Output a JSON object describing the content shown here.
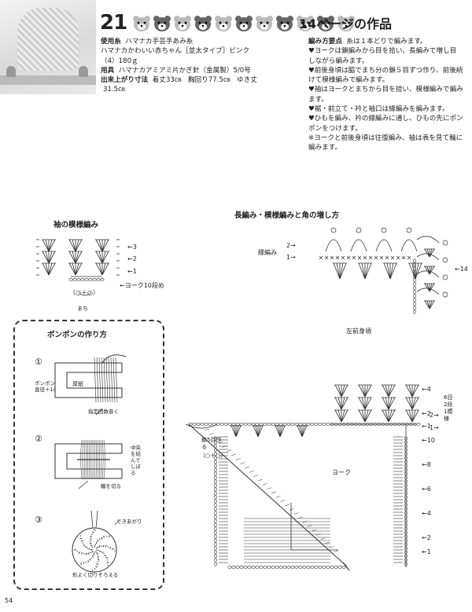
{
  "header": {
    "pattern_number": "21",
    "reference": "14ページの作品"
  },
  "icons": [
    "bear-face-icon",
    "bear-face-icon",
    "bear-face-icon",
    "bear-face-icon",
    "bear-face-icon",
    "bear-face-icon",
    "bear-face-icon",
    "bear-face-icon",
    "bear-face-icon",
    "bear-face-icon",
    "bear-face-icon",
    "bear-face-icon"
  ],
  "materials": {
    "yarn_label": "使用糸",
    "yarn_value": "ハマナカ手芸手あみ糸",
    "yarn_line2": "ハマナカかわいい赤ちゃん［並太タイプ］ピンク",
    "yarn_line3": "（4）180ｇ",
    "tool_label": "用具",
    "tool_value": "ハマナカアミアミ片かぎ針（金属製）5/0号",
    "size_label": "出来上がり寸法",
    "size_value": "着丈33㎝　胸回り77.5㎝　ゆき丈",
    "size_line2": "31.5㎝"
  },
  "points": {
    "label": "編み方要点",
    "intro": "糸は１本どりで編みます。",
    "lines": [
      "♥ヨークは鎖編みから目を拾い、長編みで増し目",
      "しながら編みます。",
      "♥前後身頃は脇でまち分の鎖５目ずつ作り、前後続",
      "けて模様編みで編みます。",
      "♥袖はヨークとまちから目を拾い、模様編みで編み",
      "ます。",
      "♥裾・前立て・衿と袖口は縁編みを編みます。",
      "♥ひもを編み、衿の縁編みに通し、ひもの先にポン",
      "ポンをつけます。",
      "※ヨークと前後身頃は往復編み、袖は表を見て輪に",
      "編みます。"
    ]
  },
  "sleeve_chart": {
    "title": "袖の模様編み",
    "rows": [
      "3",
      "2",
      "1"
    ],
    "yoke_note": "ヨーク10段め",
    "stitch_note": "（○＋○）",
    "gusset_note": "まち"
  },
  "pompom": {
    "title": "ポンポンの作り方",
    "step1": "①",
    "step2": "②",
    "step3": "③",
    "card_width": "ポンポンの直径＋1c",
    "card_label": "厚紙",
    "wrap_count": "指定回数巻く",
    "center_tie": "中央を結んでしぼる",
    "cut_loops": "輪を切る",
    "done": "できあがり",
    "trim": "形よく切りそろえる"
  },
  "main_chart": {
    "title": "長編み・模様編みと角の増し方",
    "edge_label": "縁編み",
    "edge_rows": [
      "2",
      "1"
    ],
    "right_top": "14",
    "front_body": "左前身頃",
    "yoke": "ヨーク",
    "chain_start": "鎖5目作る",
    "chain_stitch": "（○＋○）",
    "increase_note": "6目2段1模様",
    "right_rows": [
      "4",
      "2",
      "1",
      "10",
      "8",
      "6",
      "4",
      "2",
      "1"
    ],
    "inner_rows": [
      "2",
      "1"
    ]
  },
  "footer": {
    "page_number": "54"
  }
}
